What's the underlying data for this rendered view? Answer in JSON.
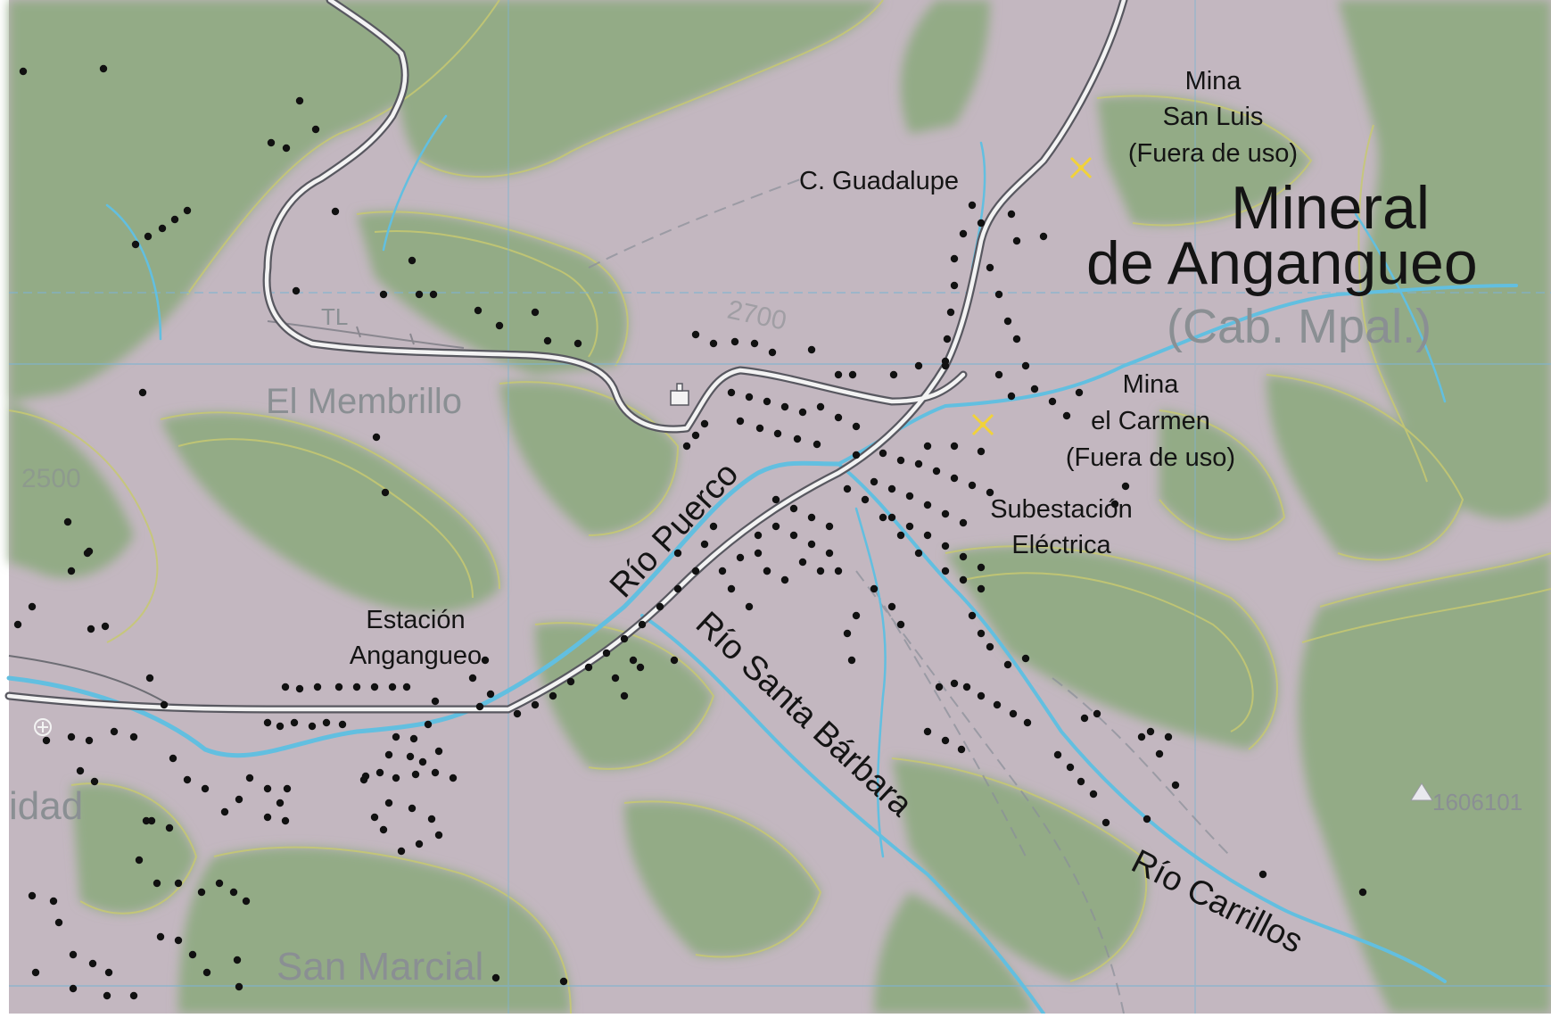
{
  "map": {
    "colors": {
      "background": "#c3b7c0",
      "vegetation": "#93ab86",
      "vegetation_dark": "#7f9a74",
      "contour": "#c7c971",
      "water": "#62bfe0",
      "road_fill": "#f3f3f3",
      "road_casing": "#585860",
      "grid": "#7fb4d2",
      "buildings": "#111111",
      "mine_symbol": "#f1d23a"
    },
    "labels": {
      "town_line1": "Mineral",
      "town_line2": "de Angangueo",
      "town_sub": "(Cab. Mpal.)",
      "mina_san_luis_1": "Mina",
      "mina_san_luis_2": "San Luis",
      "mina_san_luis_3": "(Fuera de uso)",
      "mina_el_carmen_1": "Mina",
      "mina_el_carmen_2": "el Carmen",
      "mina_el_carmen_3": "(Fuera de uso)",
      "cerro_guadalupe": "C. Guadalupe",
      "subestacion_1": "Subestación",
      "subestacion_2": "Eléctrica",
      "estacion_1": "Estación",
      "estacion_2": "Angangueo",
      "el_membrillo": "El Membrillo",
      "san_marcial": "San Marcial",
      "idad": "idad",
      "rio_puerco": "Río Puerco",
      "rio_santa_barbara": "Río Santa Bárbara",
      "rio_carrillos": "Río Carrillos",
      "power_line": "TL",
      "elev_2700": "2700",
      "elev_2500": "2500",
      "benchmark": "1606101"
    },
    "icons": [
      "mine-symbol-icon",
      "church-icon",
      "benchmark-triangle-icon"
    ]
  }
}
